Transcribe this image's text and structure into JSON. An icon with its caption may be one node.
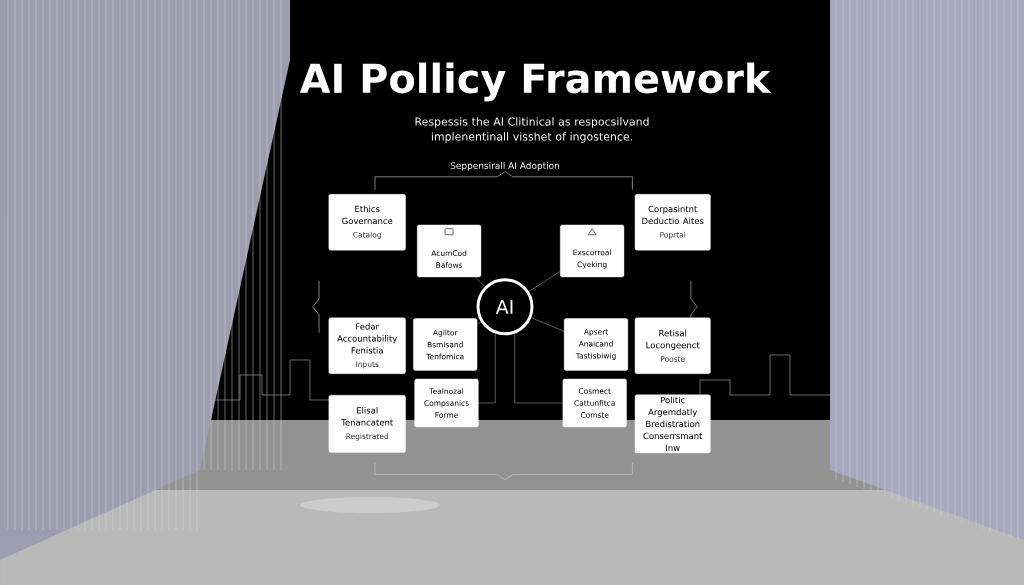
{
  "diagram": {
    "title": "AI Pollicy Framework",
    "caption": "Respessis the AI Clitinical as respocsilvand implenentinall visshet of ingostence.",
    "nodes": [
      {
        "text": [
          "AI"
        ]
      },
      {
        "text": [
          "Ethics Governance",
          "Catalog"
        ]
      },
      {
        "text": [
          "AcumCod Bafows"
        ]
      },
      {
        "text": [
          "Fedar Accountability Fenistia",
          "Inputs"
        ]
      },
      {
        "text": [
          "Agiltor Bsmisand Tenfomica"
        ]
      },
      {
        "text": [
          "Tealnozal Compsanics Forme"
        ]
      },
      {
        "text": [
          "Elisal Tenancatent",
          "Registrated"
        ]
      },
      {
        "text": [
          "Exscorroal Cyeking"
        ]
      },
      {
        "text": [
          "Corpasintnt Deductio Aites",
          "Poprtal"
        ]
      },
      {
        "text": [
          "Apsert Anaicand Tastisbiwig"
        ]
      },
      {
        "text": [
          "Retisal Locongeenct",
          "Pooste"
        ]
      },
      {
        "text": [
          "Cosmect Cattunfitca Comste"
        ]
      },
      {
        "text": [
          "Politic Argemdatly Bredistration Conserrsmant Inw"
        ]
      }
    ],
    "edges": [
      {
        "from": 0,
        "to": 2,
        "arrow": "none"
      },
      {
        "from": 0,
        "to": 4,
        "arrow": "none"
      },
      {
        "from": 0,
        "to": 5,
        "arrow": "none"
      },
      {
        "from": 0,
        "to": 7,
        "arrow": "none"
      },
      {
        "from": 0,
        "to": 9,
        "arrow": "none"
      },
      {
        "from": 0,
        "to": 11,
        "arrow": "none"
      }
    ],
    "labels": [
      "Seppensirall AI Adoption"
    ]
  }
}
